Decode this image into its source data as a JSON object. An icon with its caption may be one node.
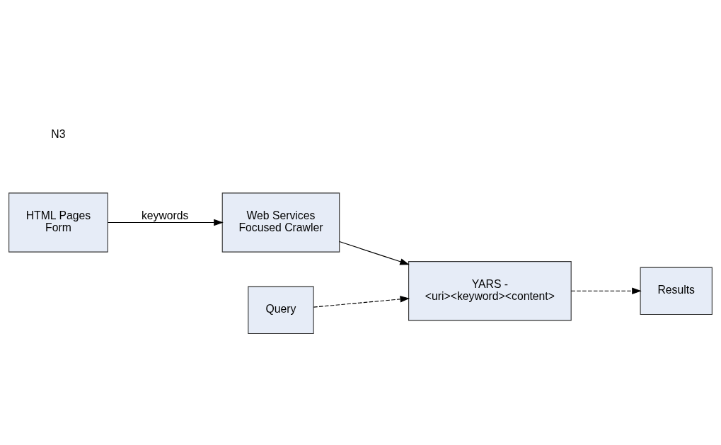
{
  "diagram": {
    "nodes": [
      {
        "text": [
          "HTML Pages",
          "Form"
        ]
      },
      {
        "text": [
          "Query"
        ]
      },
      {
        "text": [
          "Results"
        ]
      },
      {
        "text": [
          "Web Services",
          "Focused Crawler"
        ]
      },
      {
        "text": [
          "YARS -",
          "<uri><keyword><content>"
        ]
      }
    ],
    "edges": [
      {
        "from": 0,
        "to": 3,
        "arrow": "to",
        "label": "keywords"
      },
      {
        "from": 3,
        "to": 4,
        "arrow": "to"
      },
      {
        "from": 1,
        "to": 4,
        "arrow": "to",
        "style": "dashed"
      },
      {
        "from": 4,
        "to": 2,
        "arrow": "to",
        "style": "dashed"
      }
    ],
    "labels": [
      "N3"
    ]
  }
}
